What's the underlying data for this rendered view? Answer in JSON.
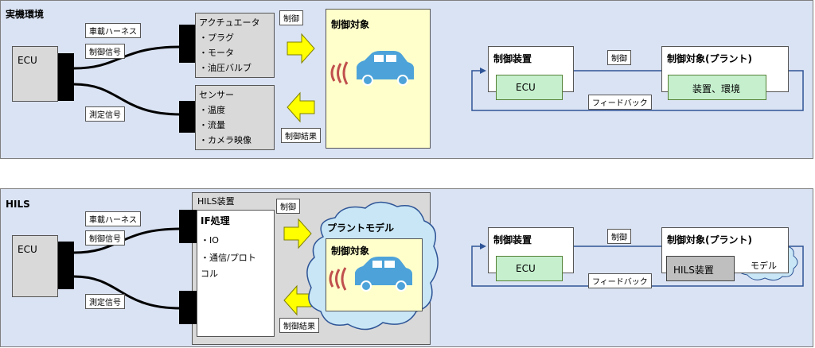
{
  "top": {
    "title": "実機環境",
    "ecu": "ECU",
    "harness": "車載ハーネス",
    "ctrl_signal": "制御信号",
    "meas_signal": "測定信号",
    "actuator": {
      "title": "アクチュエータ",
      "items": [
        "・プラグ",
        "・モータ",
        "・油圧バルブ"
      ]
    },
    "sensor": {
      "title": "センサー",
      "items": [
        "・温度",
        "・流量",
        "・カメラ映像"
      ]
    },
    "control": "制御",
    "control_result": "制御結果",
    "target": "制御対象",
    "block": {
      "controller_title": "制御装置",
      "controller_inner": "ECU",
      "plant_title": "制御対象(プラント)",
      "plant_inner": "装置、環境",
      "control": "制御",
      "feedback": "フィードバック"
    }
  },
  "bottom": {
    "title": "HILS",
    "ecu": "ECU",
    "harness": "車載ハーネス",
    "ctrl_signal": "制御信号",
    "meas_signal": "測定信号",
    "hils_title": "HILS装置",
    "if_title": "IF処理",
    "if_items": [
      "・IO",
      "・通信/プロト",
      "コル"
    ],
    "control": "制御",
    "control_result": "制御結果",
    "plant_model": "プラントモデル",
    "target": "制御対象",
    "block": {
      "controller_title": "制御装置",
      "controller_inner": "ECU",
      "plant_title": "制御対象(プラント)",
      "plant_inner": "HILS装置",
      "model": "モデル",
      "control": "制御",
      "feedback": "フィードバック"
    }
  },
  "colors": {
    "panel": "#dae3f3",
    "arrow": "#ffff00",
    "car": "#4da3d9",
    "green": "#c6efce",
    "target_bg": "#ffffcc",
    "cloud": "#c8e6f5"
  }
}
